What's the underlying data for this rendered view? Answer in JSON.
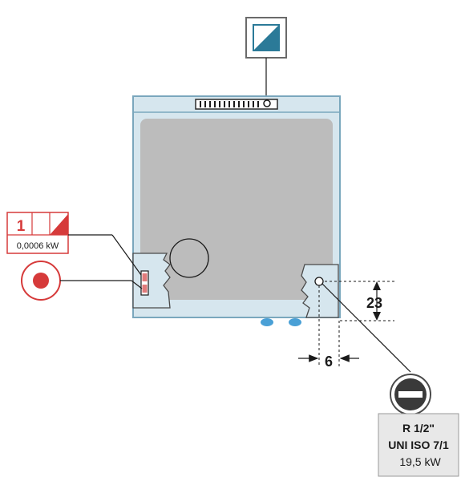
{
  "electrical": {
    "phase_count": "1",
    "power": "0,0006 kW"
  },
  "dimensions": {
    "vertical": "23",
    "horizontal": "6"
  },
  "gas_connection": {
    "thread": "R 1/2\"",
    "standard": "UNI ISO 7/1",
    "power": "19,5 kW"
  },
  "icons": {
    "top_symbol": "diagonal-split-square-icon",
    "power_symbol": "red-dot-circle-icon",
    "gas_symbol": "no-entry-circle-icon"
  },
  "colors": {
    "frame": "#7aa7bd",
    "panel": "#d6e6ee",
    "inner": "#bcbcbc",
    "accent_blue": "#2b7a98",
    "red": "#d63a3a"
  }
}
